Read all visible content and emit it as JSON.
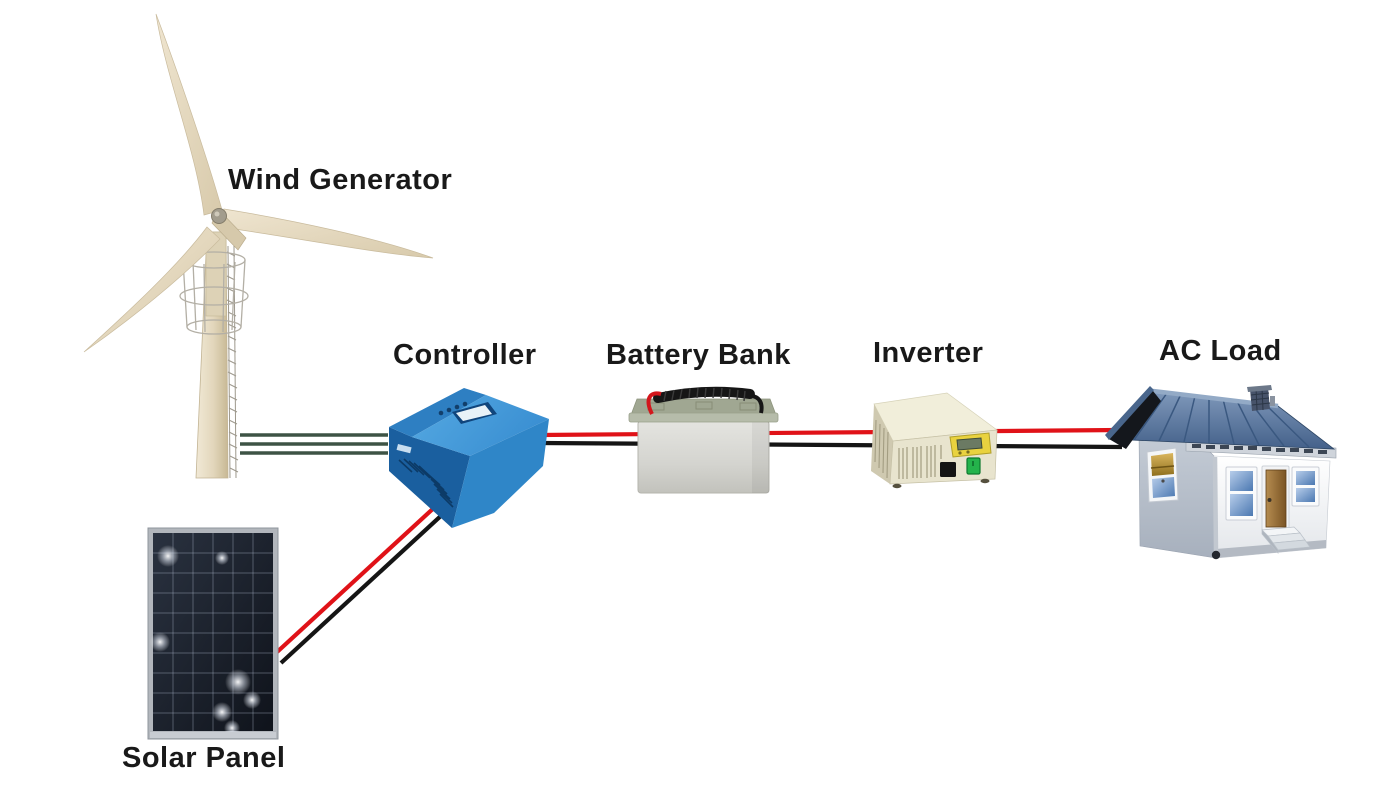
{
  "diagram": {
    "nodes": [
      {
        "id": "wind-generator",
        "label": "Wind Generator"
      },
      {
        "id": "solar-panel",
        "label": "Solar Panel"
      },
      {
        "id": "controller",
        "label": "Controller"
      },
      {
        "id": "battery-bank",
        "label": "Battery Bank"
      },
      {
        "id": "inverter",
        "label": "Inverter"
      },
      {
        "id": "ac-load",
        "label": "AC Load"
      }
    ],
    "connections": [
      {
        "from": "Wind Generator",
        "to": "Controller",
        "wire": "three green AC wires"
      },
      {
        "from": "Solar Panel",
        "to": "Controller",
        "wire": "red/black DC pair"
      },
      {
        "from": "Controller",
        "to": "Battery Bank",
        "wire": "red/black DC pair"
      },
      {
        "from": "Battery Bank",
        "to": "Inverter",
        "wire": "red/black DC pair"
      },
      {
        "from": "Inverter",
        "to": "AC Load",
        "wire": "red/black AC pair"
      }
    ]
  },
  "colors": {
    "background": "#ffffff",
    "label_text": "#191919",
    "wire_green": "#3d5345",
    "wire_red": "#e01218",
    "wire_black": "#151515",
    "controller_blue": "#2f86c8",
    "inverter_beige": "#e8e4ce",
    "battery_gray": "#d6d6d1",
    "battery_lid": "#9aa18c",
    "roof_blue": "#5e7a9e",
    "blade_cream": "#e9dfc9"
  }
}
